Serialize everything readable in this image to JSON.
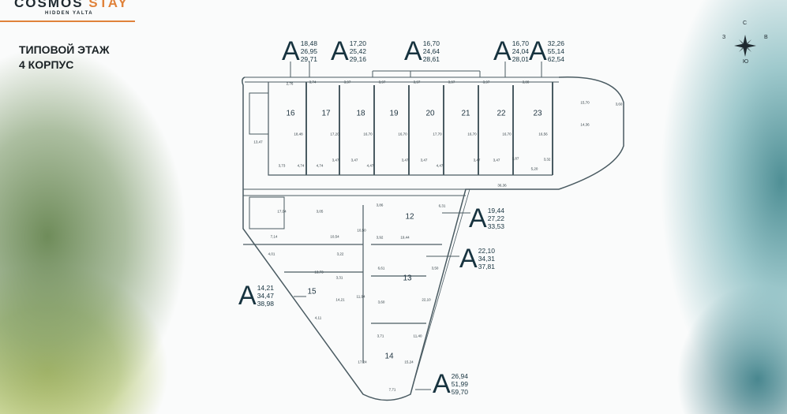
{
  "brand": {
    "name_a": "COSMOS",
    "name_b": "STAY",
    "subtitle": "HIDDEN YALTA",
    "accent": "#e0823a"
  },
  "title": {
    "line1": "ТИПОВОЙ ЭТАЖ",
    "line2": "4 КОРПУС"
  },
  "compass": {
    "n": "С",
    "w": "З",
    "e": "В",
    "s": "Ю"
  },
  "rooms": [
    "16",
    "17",
    "18",
    "19",
    "20",
    "21",
    "22",
    "23",
    "12",
    "13",
    "15",
    "14"
  ],
  "tags": [
    {
      "letter": "A",
      "v": [
        "18,48",
        "26,95",
        "29,71"
      ]
    },
    {
      "letter": "A",
      "v": [
        "17,20",
        "25,42",
        "29,16"
      ]
    },
    {
      "letter": "A",
      "v": [
        "16,70",
        "24,64",
        "28,61"
      ]
    },
    {
      "letter": "A",
      "v": [
        "16,70",
        "24,04",
        "28,01"
      ]
    },
    {
      "letter": "A",
      "v": [
        "32,26",
        "55,14",
        "62,54"
      ]
    },
    {
      "letter": "A",
      "v": [
        "19,44",
        "27,22",
        "33,53"
      ]
    },
    {
      "letter": "A",
      "v": [
        "22,10",
        "34,31",
        "37,81"
      ]
    },
    {
      "letter": "A",
      "v": [
        "14,21",
        "34,47",
        "38,98"
      ]
    },
    {
      "letter": "A",
      "v": [
        "26,94",
        "51,99",
        "59,70"
      ]
    }
  ],
  "dims": [
    "2,76",
    "3,74",
    "3,97",
    "3,97",
    "3,97",
    "3,97",
    "3,97",
    "3,80",
    "15,70",
    "3,60",
    "14,36",
    "18,48",
    "17,20",
    "16,70",
    "16,70",
    "17,70",
    "16,70",
    "16,70",
    "16,56",
    "13,47",
    "3,73",
    "4,74",
    "4,74",
    "3,47",
    "3,47",
    "4,47",
    "3,47",
    "3,47",
    "4,47",
    "3,47",
    "3,47",
    "3,87",
    "5,20",
    "3,32",
    "36,36",
    "17,04",
    "3,05",
    "3,86",
    "6,31",
    "10,50",
    "3,92",
    "19,44",
    "7,14",
    "10,54",
    "4,01",
    "3,22",
    "13,73",
    "3,31",
    "14,21",
    "6,61",
    "3,50",
    "11,94",
    "3,60",
    "22,10",
    "4,11",
    "3,71",
    "11,40",
    "17,24",
    "15,24",
    "7,71"
  ]
}
